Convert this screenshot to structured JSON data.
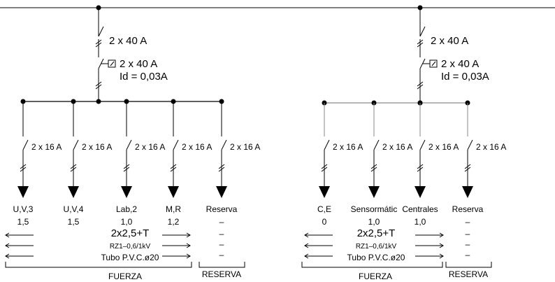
{
  "panels": [
    {
      "main_breaker": "2 x 40 A",
      "diff_rating": "2 x 40 A",
      "diff_sensitivity": "Id = 0,03A",
      "circuits": [
        {
          "breaker": "2 x 16 A",
          "name": "U,V,3",
          "value": "1,5"
        },
        {
          "breaker": "2 x 16 A",
          "name": "U,V,4",
          "value": "1,5"
        },
        {
          "breaker": "2 x 16 A",
          "name": "Lab,2",
          "value": "1,0"
        },
        {
          "breaker": "2 x 16 A",
          "name": "M,R",
          "value": "1,2"
        },
        {
          "breaker": "2 x 16 A",
          "name": "Reserva",
          "value": "–"
        }
      ],
      "spare_dashes": [
        "–",
        "–",
        "–"
      ],
      "cable_section": "2x2,5+T",
      "cable_type": "RZ1–0,6/1kV",
      "conduit": "Tubo  P.V.C.ø20",
      "group_label": "FUERZA",
      "spare_label": "RESERVA"
    },
    {
      "main_breaker": "2 x 40 A",
      "diff_rating": "2 x 40 A",
      "diff_sensitivity": "Id = 0,03A",
      "circuits": [
        {
          "breaker": "2 x 16 A",
          "name": "C,E",
          "value": "0"
        },
        {
          "breaker": "2 x 16 A",
          "name": "Sensormátic",
          "value": "1,0"
        },
        {
          "breaker": "2 x 16 A",
          "name": "Centrales",
          "value": "1,0"
        },
        {
          "breaker": "2 x 16 A",
          "name": "Reserva",
          "value": "–"
        }
      ],
      "spare_dashes": [
        "–",
        "–",
        "–"
      ],
      "cable_section": "2x2,5+T",
      "cable_type": "RZ1–0,6/1kV",
      "conduit": "Tubo  P.V.C.ø20",
      "group_label": "FUERZA",
      "spare_label": "RESERVA"
    }
  ]
}
